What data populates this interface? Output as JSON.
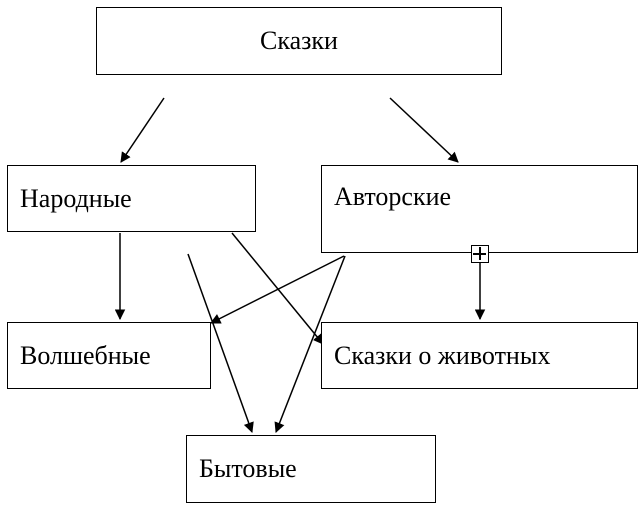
{
  "diagram": {
    "nodes": {
      "root": "Сказки",
      "folk": "Народные",
      "author": "Авторские",
      "magic": "Волшебные",
      "animal": "Сказки о животных",
      "household": "Бытовые"
    },
    "edges": [
      {
        "from": "root",
        "to": "folk"
      },
      {
        "from": "root",
        "to": "author"
      },
      {
        "from": "folk",
        "to": "magic"
      },
      {
        "from": "folk",
        "to": "household"
      },
      {
        "from": "folk",
        "to": "animal"
      },
      {
        "from": "author",
        "to": "magic"
      },
      {
        "from": "author",
        "to": "household"
      },
      {
        "from": "author",
        "to": "animal"
      }
    ],
    "line_color": "#000000"
  }
}
